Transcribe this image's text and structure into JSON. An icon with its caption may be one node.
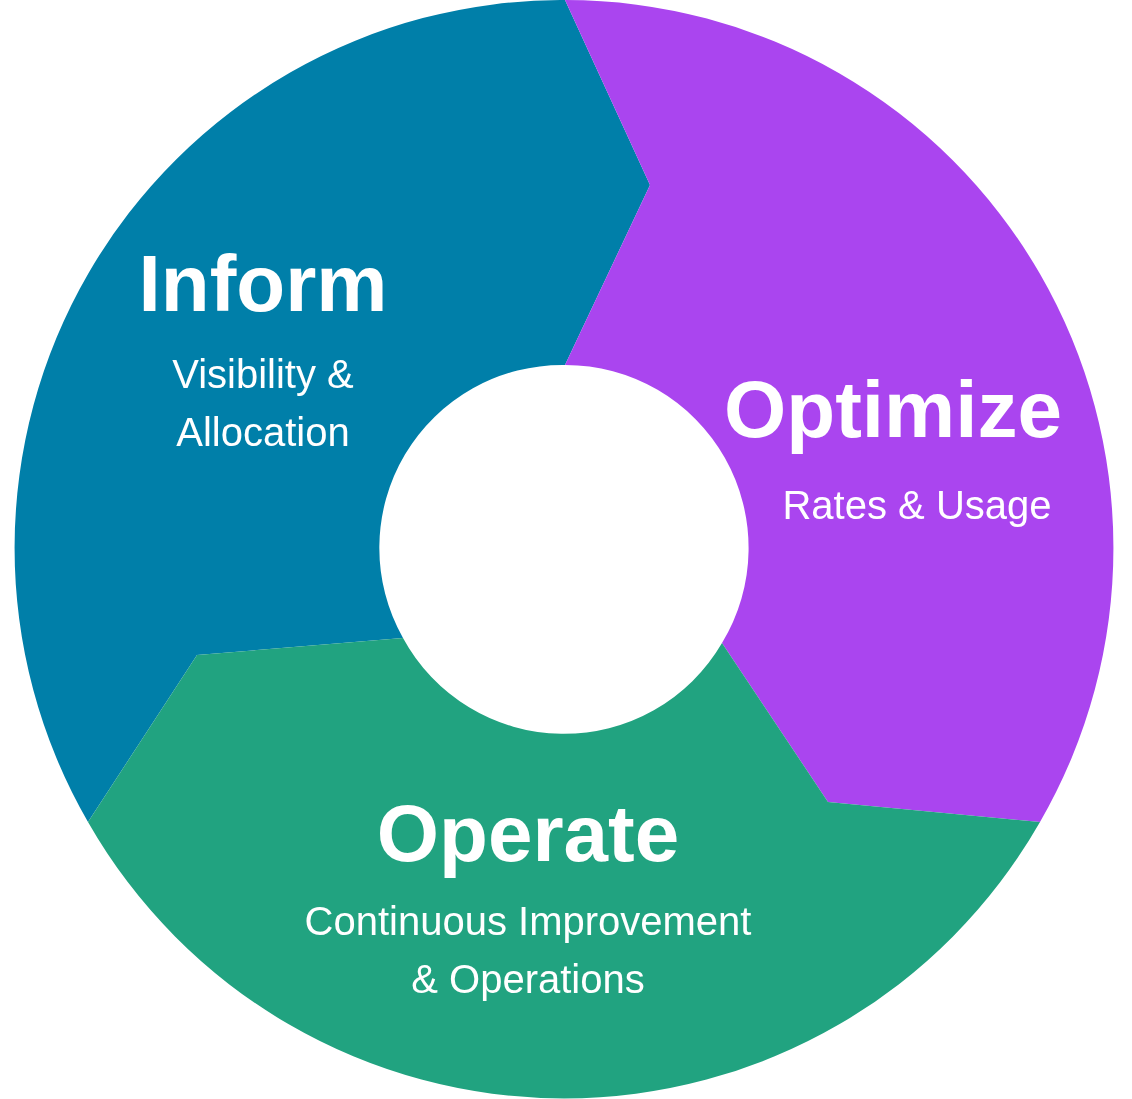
{
  "diagram": {
    "nodes": [
      {
        "text": [
          "Inform",
          "Visibility & Allocation"
        ]
      },
      {
        "text": [
          "Optimize",
          "Rates & Usage"
        ]
      },
      {
        "text": [
          "Operate",
          "Continuous Improvement & Operations"
        ]
      }
    ]
  }
}
